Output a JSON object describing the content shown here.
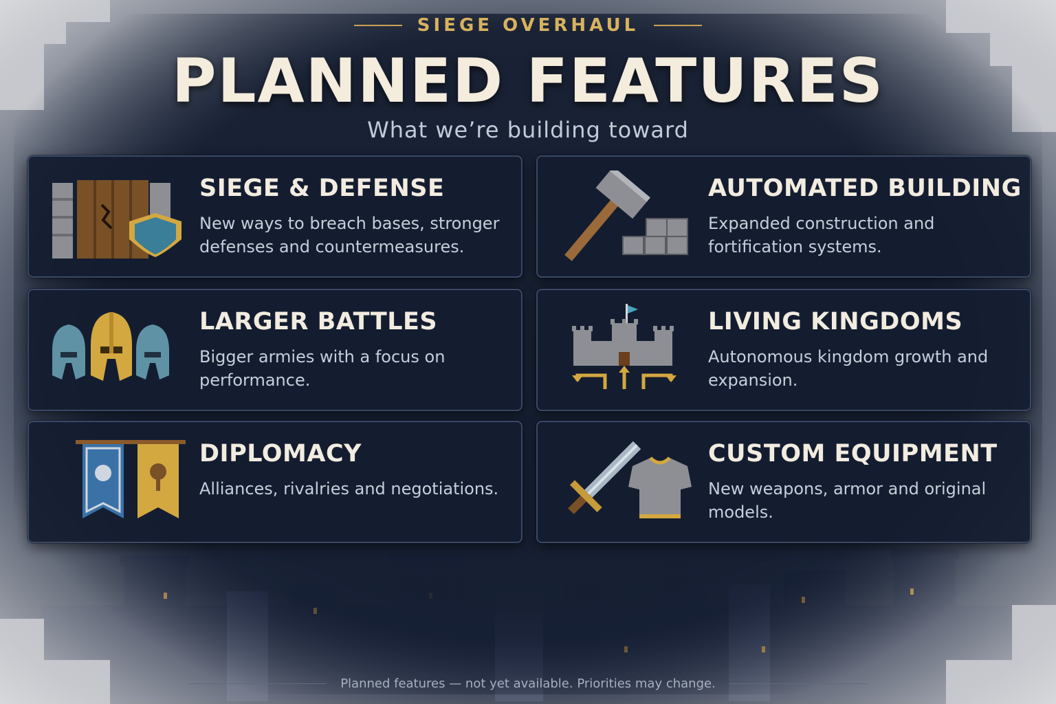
{
  "header": {
    "eyebrow": "SIEGE OVERHAUL",
    "title": "PLANNED FEATURES",
    "subtitle": "What we’re building toward"
  },
  "features": [
    {
      "title": "SIEGE & DEFENSE",
      "description": "New ways to breach bases, stronger defenses and countermeasures.",
      "icon": "gate-shield-icon"
    },
    {
      "title": "AUTOMATED BUILDING",
      "description": "Expanded construction and fortification systems.",
      "icon": "hammer-blocks-icon"
    },
    {
      "title": "LARGER BATTLES",
      "description": "Bigger armies with a focus on performance.",
      "icon": "helmets-icon"
    },
    {
      "title": "LIVING KINGDOMS",
      "description": "Autonomous kingdom growth and expansion.",
      "icon": "castle-arrows-icon"
    },
    {
      "title": "DIPLOMACY",
      "description": "Alliances, rivalries and negotiations.",
      "icon": "banners-icon"
    },
    {
      "title": "CUSTOM EQUIPMENT",
      "description": "New weapons, armor and original models.",
      "icon": "sword-armor-icon"
    }
  ],
  "footer": {
    "note": "Planned features — not yet available. Priorities may change."
  },
  "colors": {
    "background": "#1c2638",
    "card": "#141d30",
    "card_border": "#3a4966",
    "accent_gold": "#d8b25e",
    "title_text": "#f4ecdc",
    "body_text": "#c6cedb"
  }
}
